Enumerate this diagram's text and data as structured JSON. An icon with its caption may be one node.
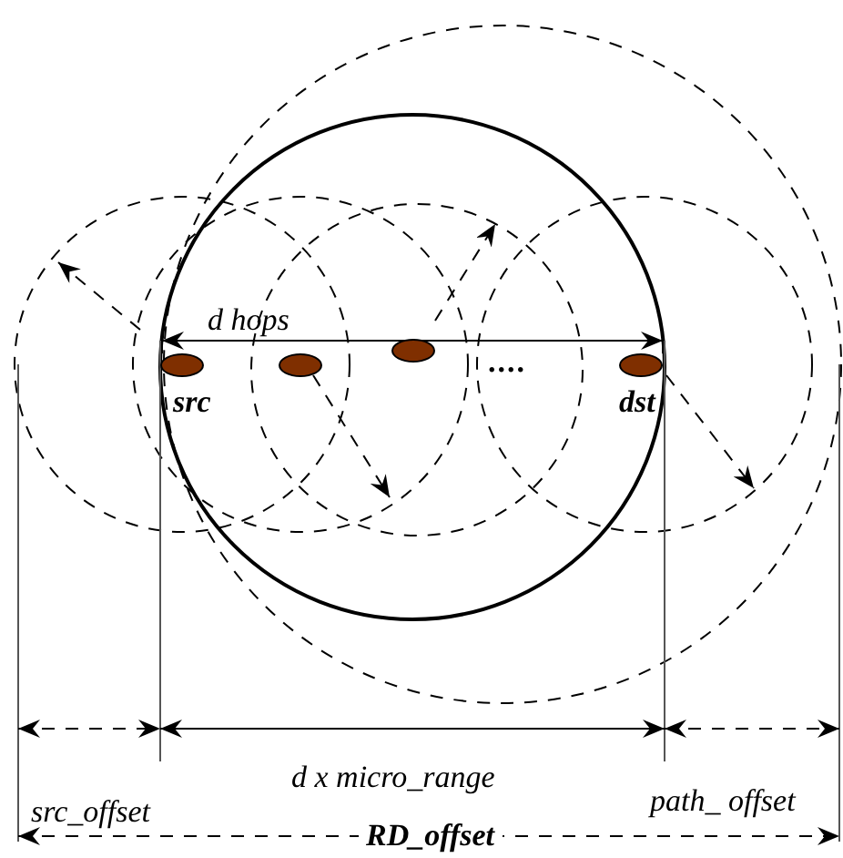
{
  "diagram": {
    "nodes": [
      {
        "text": [],
        "shape": "ellipse",
        "beside": [
          "src"
        ]
      },
      {
        "text": [],
        "shape": "ellipse"
      },
      {
        "text": [],
        "shape": "ellipse"
      },
      {
        "text": [],
        "shape": "ellipse",
        "beside": [
          "dst"
        ]
      }
    ],
    "edges": [
      {
        "from": 0,
        "to": 3,
        "arrow": "both",
        "label": "d hops"
      }
    ],
    "labels": [
      "....",
      "d x micro_range",
      "src_offset",
      "path_ offset",
      "RD_offset"
    ]
  }
}
